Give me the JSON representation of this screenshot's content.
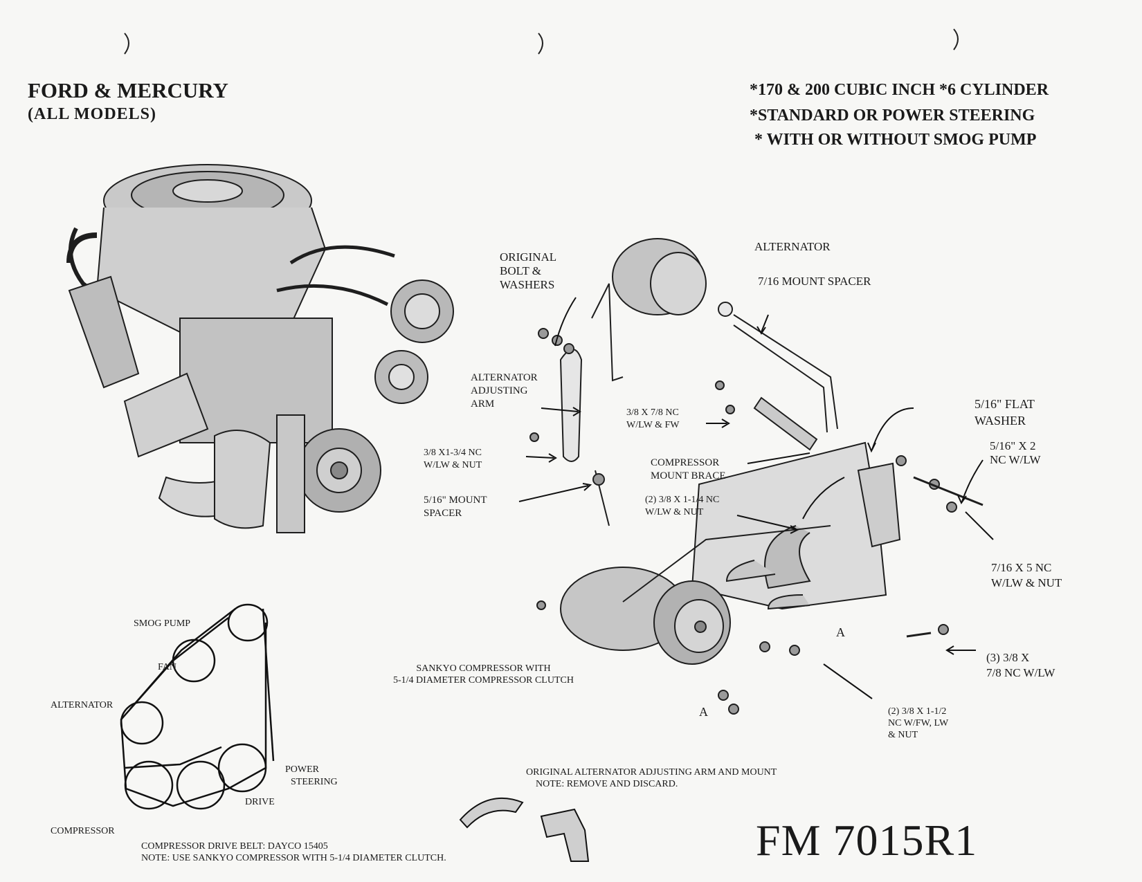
{
  "header": {
    "title": "FORD & MERCURY",
    "subtitle": "(ALL MODELS)"
  },
  "specs": [
    "*170 & 200 CUBIC INCH  *6 CYLINDER",
    "*STANDARD OR POWER STEERING",
    "* WITH OR WITHOUT SMOG PUMP"
  ],
  "parts": {
    "original_bolt": [
      "ORIGINAL",
      "BOLT &",
      "WASHERS"
    ],
    "alternator": "ALTERNATOR",
    "mount_spacer_716": "7/16 MOUNT SPACER",
    "alt_adjusting_arm": [
      "ALTERNATOR",
      "ADJUSTING",
      "ARM"
    ],
    "bolt_38x78": [
      "3/8 X 7/8 NC",
      "W/LW & FW"
    ],
    "bolt_38x134": [
      "3/8 X1-3/4 NC",
      "W/LW & NUT"
    ],
    "flat_washer": [
      "5/16\" FLAT",
      "WASHER"
    ],
    "bolt_516x2": [
      "5/16\" X 2",
      "NC W/LW"
    ],
    "compressor_brace": [
      "COMPRESSOR",
      "MOUNT BRACE"
    ],
    "mount_spacer_516": [
      "5/16\" MOUNT",
      "SPACER"
    ],
    "bolt_38x114": [
      "(2) 3/8 X 1-1/4 NC",
      "W/LW & NUT"
    ],
    "bolt_716x5": [
      "7/16 X 5 NC",
      "W/LW & NUT"
    ],
    "bolt_3_38x78": [
      "(3) 3/8 X",
      "7/8 NC W/LW"
    ],
    "sankyo": [
      "SANKYO COMPRESSOR WITH",
      "5-1/4 DIAMETER COMPRESSOR CLUTCH"
    ],
    "bolt_38x112": [
      "(2) 3/8 X 1-1/2",
      "NC W/FW, LW",
      "& NUT"
    ],
    "marker_a": "A"
  },
  "belt_diagram": {
    "smog_pump": "SMOG PUMP",
    "fan": "FAN",
    "alternator": "ALTERNATOR",
    "power_steering": [
      "POWER",
      "STEERING"
    ],
    "drive": "DRIVE",
    "compressor": "COMPRESSOR"
  },
  "notes": {
    "original_arm": [
      "ORIGINAL ALTERNATOR ADJUSTING ARM AND MOUNT",
      "NOTE: REMOVE AND DISCARD."
    ],
    "belt": [
      "COMPRESSOR DRIVE BELT: DAYCO 15405",
      "NOTE: USE SANKYO COMPRESSOR WITH 5-1/4 DIAMETER CLUTCH."
    ]
  },
  "model_number": "FM 7015R1"
}
